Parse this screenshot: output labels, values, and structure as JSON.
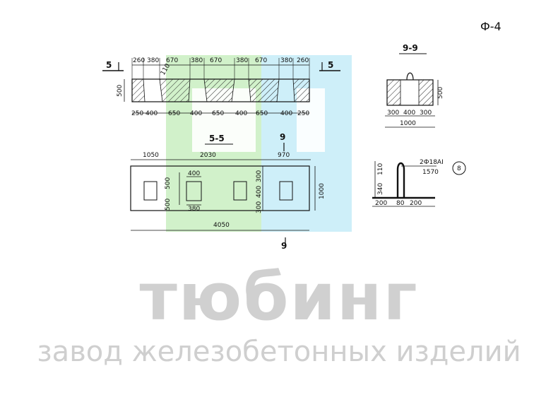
{
  "sheet_code": "Ф-4",
  "watermark": {
    "title": "тюбинг",
    "subtitle": "завод железобетонных изделий",
    "colors": {
      "green": "#c9efc1",
      "blue": "#c6ecf8"
    }
  },
  "elevation": {
    "section_mark": "5",
    "top_dims": [
      "260",
      "380",
      "670",
      "380",
      "670",
      "380",
      "670",
      "380",
      "260"
    ],
    "bottom_dims": [
      "250",
      "400",
      "650",
      "400",
      "650",
      "400",
      "650",
      "400",
      "250"
    ],
    "height_dim": "500",
    "slope_label": "110"
  },
  "section_99": {
    "title": "9-9",
    "height_dim": "500",
    "bottom_dims": [
      "300",
      "400",
      "300"
    ],
    "total_width": "1000"
  },
  "plan_55": {
    "title": "5-5",
    "section_mark": "9",
    "top_dims": [
      "1050",
      "2030",
      "970"
    ],
    "total_length": "4050",
    "width_dim": "1000",
    "opening_width": "400",
    "opening_inner_width": "380",
    "opening_height": "500",
    "edge_offset": "500",
    "vertical_dims": [
      "300",
      "400",
      "300"
    ]
  },
  "loop_detail": {
    "rebar_label": "2Ф18АI",
    "rebar_length": "1570",
    "position_number": "8",
    "height_dims": [
      "110",
      "340"
    ],
    "bottom_dims": [
      "200",
      "80",
      "200"
    ]
  }
}
